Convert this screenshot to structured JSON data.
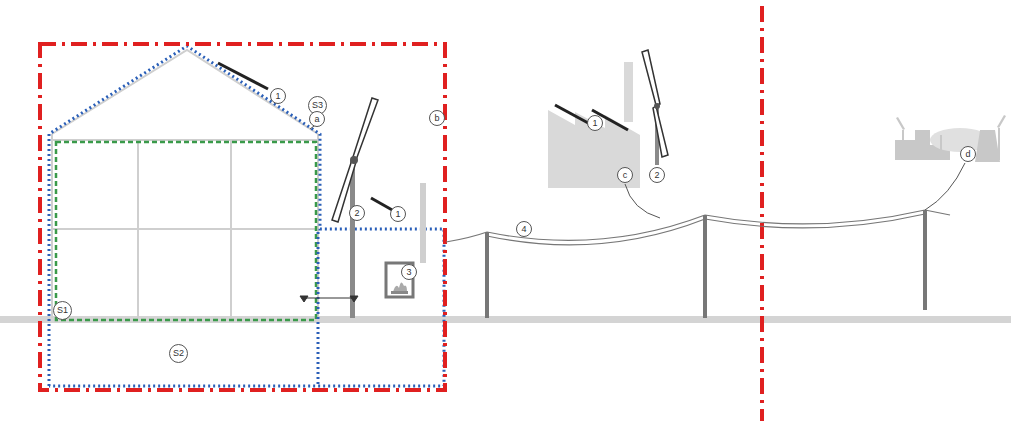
{
  "diagram": {
    "labels": [
      "1",
      "S3",
      "a",
      "b",
      "1",
      "c",
      "2",
      "d",
      "2",
      "1",
      "4",
      "3",
      "S1",
      "S2"
    ]
  }
}
